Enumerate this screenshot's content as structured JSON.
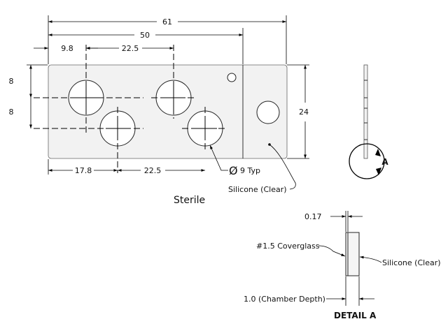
{
  "dimensions": {
    "overall_length": "61",
    "chamber_span": "50",
    "left_offset_top": "9.8",
    "top_spacing": "22.5",
    "row_offset_upper": "8",
    "row_offset_lower": "8",
    "height": "24",
    "left_offset_bottom": "17.8",
    "bottom_spacing": "22.5",
    "hole_diameter": "9 Typ",
    "diameter_symbol": "Ø"
  },
  "labels": {
    "silicone_main": "Silicone (Clear)",
    "sterile": "Sterile",
    "coverglass": "#1.5 Coverglass",
    "silicone_detail": "Silicone (Clear)",
    "chamber_depth": "1.0 (Chamber Depth)",
    "glass_thickness": "0.17",
    "detail_title": "DETAIL A",
    "detail_marker": "A"
  }
}
